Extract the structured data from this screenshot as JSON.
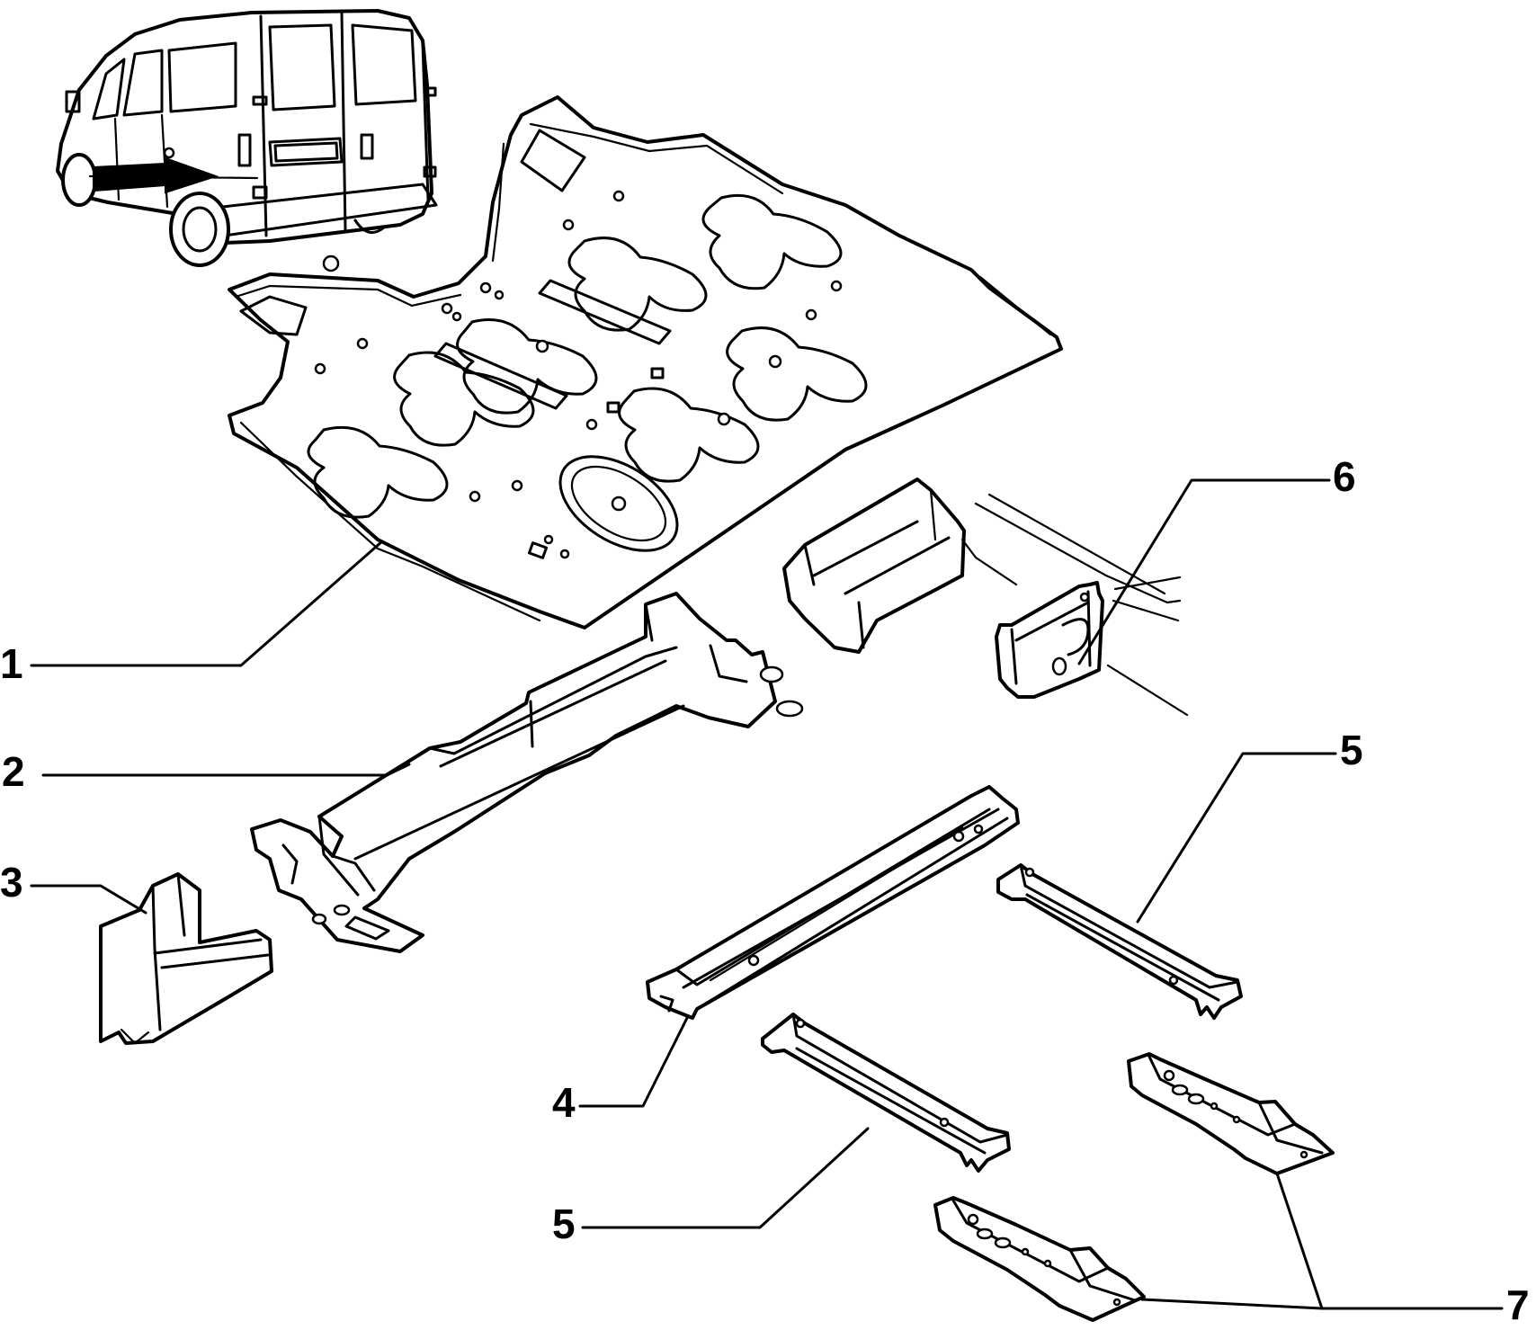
{
  "callouts": [
    {
      "id": "c1",
      "label": "1"
    },
    {
      "id": "c2",
      "label": "2"
    },
    {
      "id": "c3",
      "label": "3"
    },
    {
      "id": "c4",
      "label": "4"
    },
    {
      "id": "c5a",
      "label": "5"
    },
    {
      "id": "c5b",
      "label": "5"
    },
    {
      "id": "c6",
      "label": "6"
    },
    {
      "id": "c7",
      "label": "7"
    }
  ],
  "colors": {
    "line": "#000000",
    "background": "#ffffff"
  }
}
